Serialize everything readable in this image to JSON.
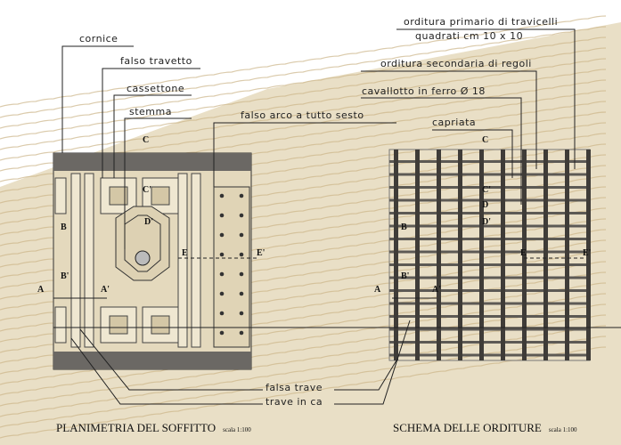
{
  "plan": {
    "title": "PLANIMETRIA DEL SOFFITTO",
    "scale": "scala 1:100",
    "labels": {
      "cornice": "cornice",
      "falso_travetto": "falso travetto",
      "cassettone": "cassettone",
      "stemma": "stemma",
      "falso_arco": "falso arco a tutto sesto",
      "falsa_trave": "falsa trave",
      "trave_in_ca": "trave in ca"
    },
    "markers": {
      "c": "C",
      "c2": "C'",
      "d": "D'",
      "b": "B",
      "b2": "B'",
      "a": "A",
      "a2": "A'",
      "e": "E",
      "e2": "E'"
    }
  },
  "schema": {
    "title": "SCHEMA DELLE ORDITURE",
    "scale": "scala 1:100",
    "labels": {
      "primario": "orditura primario di travicelli",
      "primario_2": "quadrati cm 10 x 10",
      "secondaria": "orditura secondaria di regoli",
      "cavallotto": "cavallotto in ferro Ø 18",
      "capriata": "capriata"
    },
    "markers": {
      "c": "C",
      "c2": "C'",
      "d": "D",
      "d2": "D'",
      "b": "B",
      "b2": "B'",
      "a": "A",
      "a2": "A'",
      "e": "E",
      "e2": "E'"
    }
  },
  "colors": {
    "paper": "#e9dfc6",
    "roof": "#d8c49b",
    "ink": "#222222",
    "frame": "#5d5a55"
  }
}
